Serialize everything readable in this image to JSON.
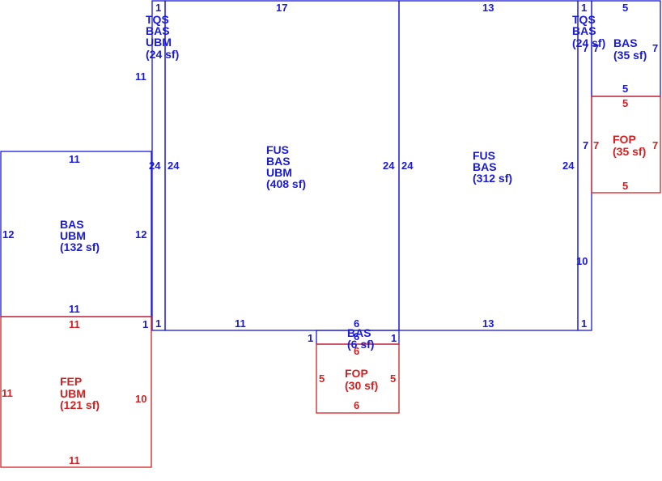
{
  "colors": {
    "living": "#1a1adb",
    "porch": "#d42020"
  },
  "areas": {
    "tqs_left": {
      "l1": "TQS",
      "l2": "BAS",
      "l3": "UBM",
      "l4": "(24 sf)"
    },
    "fus_left": {
      "l1": "FUS",
      "l2": "BAS",
      "l3": "UBM",
      "l4": "(408 sf)"
    },
    "fus_right": {
      "l1": "FUS",
      "l2": "BAS",
      "l3": "(312 sf)"
    },
    "tqs_right": {
      "l1": "TQS",
      "l2": "BAS",
      "l3": "(24 sf)"
    },
    "bas_right": {
      "l1": "BAS",
      "l2": "(35 sf)"
    },
    "fop_right": {
      "l1": "FOP",
      "l2": "(35 sf)"
    },
    "bas_left": {
      "l1": "BAS",
      "l2": "UBM",
      "l3": "(132 sf)"
    },
    "fep": {
      "l1": "FEP",
      "l2": "UBM",
      "l3": "(121 sf)"
    },
    "bas_bottom": {
      "l1": "BAS",
      "l2": "(6 sf)"
    },
    "fop_bottom": {
      "l1": "FOP",
      "l2": "(30 sf)"
    }
  },
  "dimensions": {
    "fus_left_top": "17",
    "fus_right_top": "13",
    "tqs_left_top": "1",
    "tqs_left_side": "11",
    "tqs_left_bottom": "1",
    "fus_left_left": "24",
    "fus_left_right": "24",
    "fus_left_bottom": "11",
    "fus_right_left": "24",
    "fus_right_right": "24",
    "fus_right_bottom": "13",
    "tqs_right_top": "1",
    "tqs_right_side": "7",
    "tqs_right_side_b": "7",
    "tqs_right_side_c": "10",
    "tqs_right_bottom": "1",
    "bas_right_top": "5",
    "bas_right_left": "7",
    "bas_right_right": "7",
    "bas_right_bottom": "5",
    "fop_right_top": "5",
    "fop_right_left": "7",
    "fop_right_right": "7",
    "fop_right_bottom": "5",
    "bas_left_top": "11",
    "bas_left_left": "12",
    "bas_left_right": "12",
    "bas_left_bottom": "11",
    "fep_top": "11",
    "fep_top_right": "1",
    "fep_left": "11",
    "fep_right": "10",
    "fep_bottom": "11",
    "bas_bottom_top": "6",
    "bas_bottom_left": "1",
    "bas_bottom_right": "1",
    "bas_bottom_bottom": "6",
    "fop_bottom_top": "6",
    "fop_bottom_left": "5",
    "fop_bottom_right": "5",
    "fop_bottom_bottom": "6"
  }
}
